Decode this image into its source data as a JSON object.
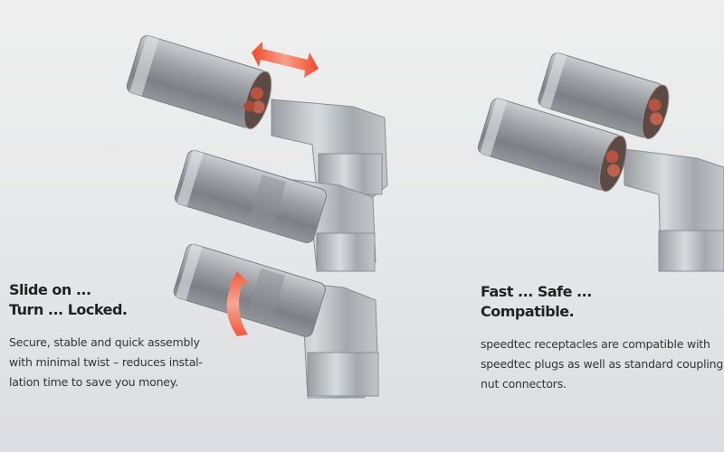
{
  "left_feature": {
    "heading_line1": "Slide on ...",
    "heading_line2": "Turn ... Locked.",
    "body_line1": "Secure, stable and quick assembly",
    "body_line2": "with minimal twist – reduces instal-",
    "body_line3": "lation time to save you money."
  },
  "right_feature": {
    "heading_line1": "Fast ... Safe ...",
    "heading_line2": "Compatible.",
    "body_line1": "speedtec receptacles are compatible with",
    "body_line2": "speedtec plugs as well as standard coupling",
    "body_line3": "nut connectors."
  },
  "illustrations": {
    "left": "three-step-connector-assembly",
    "right": "receptacle-with-plugs",
    "arrow_colors": {
      "primary": "#f0573a",
      "light": "#f9b3a2"
    },
    "metal_colors": {
      "dark": "#7d8185",
      "mid": "#a7abaf",
      "light": "#d4d7da"
    },
    "contact_color": "#b5533f"
  }
}
